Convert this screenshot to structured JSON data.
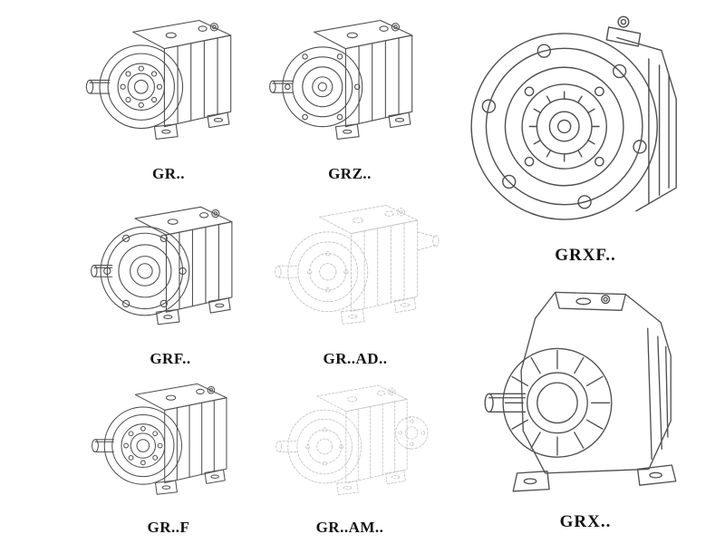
{
  "page": {
    "background": "#ffffff",
    "line_color": "#4f4f4f",
    "ghost_line_color": "#c4c4c4",
    "label_color": "#111111"
  },
  "cells": [
    {
      "label": "GR..",
      "drawing": "helical-gearbox-foot-mounted-side-view",
      "line_style": "solid"
    },
    {
      "label": "GRZ..",
      "drawing": "helical-gearbox-foot-mounted-side-view",
      "line_style": "solid"
    },
    {
      "label": "GRXF..",
      "drawing": "helical-gearbox-flange-mounted-front-view",
      "line_style": "solid"
    },
    {
      "label": "GRF..",
      "drawing": "helical-gearbox-flange-and-foot-mounted-side-view",
      "line_style": "solid"
    },
    {
      "label": "GR..AD..",
      "drawing": "helical-gearbox-with-input-shaft-adapter-phantom-view",
      "line_style": "dashed"
    },
    {
      "label": "GR..F",
      "drawing": "helical-gearbox-foot-mounted-side-view",
      "line_style": "solid"
    },
    {
      "label": "GR..AM..",
      "drawing": "helical-gearbox-with-motor-adapter-flange-phantom-view",
      "line_style": "dashed"
    },
    {
      "label": "GRX..",
      "drawing": "heavy-duty-helical-gearbox-foot-mounted-front-view",
      "line_style": "solid"
    }
  ]
}
